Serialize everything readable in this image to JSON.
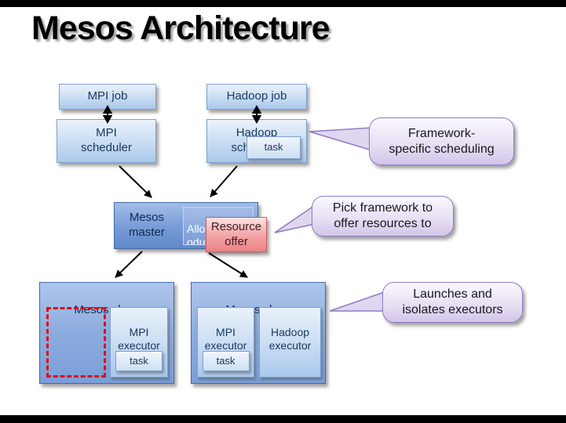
{
  "slide": {
    "title": "Mesos Architecture"
  },
  "colors": {
    "box_blue_border": "#7da0cf",
    "box_blue_fill": "#c8dcf2",
    "master_blue": "#6188c9",
    "slave_blue": "#8cacdf",
    "offer_red_fill": "#ec8285",
    "offer_red_border": "#d05c60",
    "callout_purple_fill": "#d3c5e9",
    "callout_purple_border": "#8e7cc3",
    "dashed_red": "#e00b0b",
    "arrow_black": "#000000"
  },
  "nodes": {
    "mpi_job": {
      "label": "MPI job"
    },
    "hadoop_job": {
      "label": "Hadoop job"
    },
    "mpi_scheduler": {
      "label": "MPI\nscheduler"
    },
    "hadoop_scheduler": {
      "label": "Hadoop\nscheduler"
    },
    "scheduler_task": {
      "label": "task"
    },
    "mesos_master": {
      "label": "Mesos\nmaster"
    },
    "allocation_module": {
      "label": "Allocation module"
    },
    "resource_offer": {
      "label": "Resource\noffer"
    },
    "slave_left": {
      "label": "Mesos slave"
    },
    "slave_right": {
      "label": "Mesos slave"
    },
    "mpi_executor_left": {
      "label": "MPI\nexecutor"
    },
    "task_left": {
      "label": "task"
    },
    "mpi_executor_right": {
      "label": "MPI\nexecutor"
    },
    "task_right": {
      "label": "task"
    },
    "hadoop_executor": {
      "label": "Hadoop\nexecutor"
    }
  },
  "callouts": [
    {
      "label": "Framework-\nspecific scheduling"
    },
    {
      "label": "Pick framework to\noffer resources to"
    },
    {
      "label": "Launches and\nisolates executors"
    }
  ]
}
